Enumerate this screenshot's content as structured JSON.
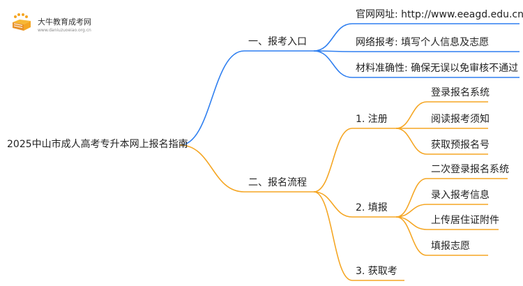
{
  "logo": {
    "title": "大牛教育成考网",
    "url": "www.daniuzuoeiao.org.cn"
  },
  "mindmap": {
    "root": "2025中山市成人高考专升本网上报名指南",
    "branches": [
      {
        "label": "一、报考入口",
        "color": "#2f7ff0",
        "children": [
          {
            "label": "官网网址: http://www.eeagd.edu.cn/cr"
          },
          {
            "label": "网络报考: 填写个人信息及志愿"
          },
          {
            "label": "材料准确性: 确保无误以免审核不通过"
          }
        ]
      },
      {
        "label": "二、报名流程",
        "color": "#f5a623",
        "children": [
          {
            "label": "1. 注册",
            "children": [
              "登录报名系统",
              "阅读报考须知",
              "获取预报名号"
            ]
          },
          {
            "label": "2. 填报",
            "children": [
              "二次登录报名系统",
              "录入报考信息",
              "上传居住证附件",
              "填报志愿"
            ]
          },
          {
            "label": "3. 获取考"
          }
        ]
      }
    ]
  }
}
